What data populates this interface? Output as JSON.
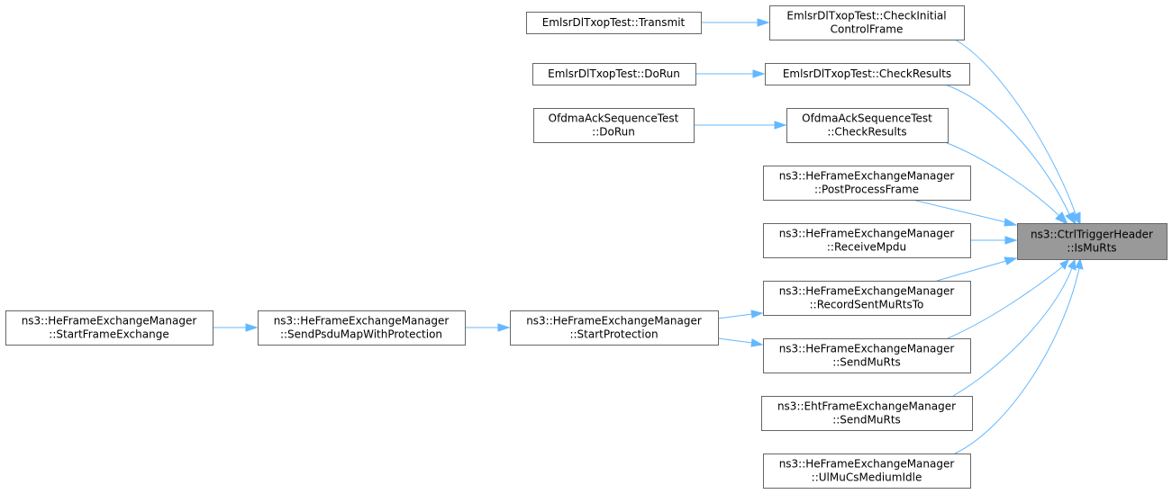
{
  "graph": {
    "focus": "n0",
    "colors": {
      "edge": "#63b8ff",
      "node_border": "#666666",
      "focus_fill": "#999999",
      "node_fill": "#ffffff"
    },
    "nodes": [
      {
        "id": "n0",
        "lines": [
          "ns3::CtrlTriggerHeader",
          "::IsMuRts"
        ]
      },
      {
        "id": "n1",
        "lines": [
          "EmlsrDlTxopTest::CheckInitial",
          "ControlFrame"
        ]
      },
      {
        "id": "n2",
        "lines": [
          "EmlsrDlTxopTest::Transmit"
        ]
      },
      {
        "id": "n3",
        "lines": [
          "EmlsrDlTxopTest::CheckResults"
        ]
      },
      {
        "id": "n4",
        "lines": [
          "EmlsrDlTxopTest::DoRun"
        ]
      },
      {
        "id": "n5",
        "lines": [
          "OfdmaAckSequenceTest",
          "::CheckResults"
        ]
      },
      {
        "id": "n6",
        "lines": [
          "OfdmaAckSequenceTest",
          "::DoRun"
        ]
      },
      {
        "id": "n7",
        "lines": [
          "ns3::HeFrameExchangeManager",
          "::PostProcessFrame"
        ]
      },
      {
        "id": "n8",
        "lines": [
          "ns3::HeFrameExchangeManager",
          "::ReceiveMpdu"
        ]
      },
      {
        "id": "n9",
        "lines": [
          "ns3::HeFrameExchangeManager",
          "::RecordSentMuRtsTo"
        ]
      },
      {
        "id": "n10",
        "lines": [
          "ns3::HeFrameExchangeManager",
          "::StartProtection"
        ]
      },
      {
        "id": "n11",
        "lines": [
          "ns3::HeFrameExchangeManager",
          "::SendPsduMapWithProtection"
        ]
      },
      {
        "id": "n12",
        "lines": [
          "ns3::HeFrameExchangeManager",
          "::StartFrameExchange"
        ]
      },
      {
        "id": "n13",
        "lines": [
          "ns3::HeFrameExchangeManager",
          "::SendMuRts"
        ]
      },
      {
        "id": "n14",
        "lines": [
          "ns3::EhtFrameExchangeManager",
          "::SendMuRts"
        ]
      },
      {
        "id": "n15",
        "lines": [
          "ns3::HeFrameExchangeManager",
          "::UlMuCsMediumIdle"
        ]
      }
    ],
    "edges": [
      {
        "from": "n1",
        "to": "n0"
      },
      {
        "from": "n2",
        "to": "n1"
      },
      {
        "from": "n3",
        "to": "n0"
      },
      {
        "from": "n4",
        "to": "n3"
      },
      {
        "from": "n5",
        "to": "n0"
      },
      {
        "from": "n6",
        "to": "n5"
      },
      {
        "from": "n7",
        "to": "n0"
      },
      {
        "from": "n8",
        "to": "n0"
      },
      {
        "from": "n9",
        "to": "n0"
      },
      {
        "from": "n10",
        "to": "n9"
      },
      {
        "from": "n11",
        "to": "n10"
      },
      {
        "from": "n12",
        "to": "n11"
      },
      {
        "from": "n13",
        "to": "n0"
      },
      {
        "from": "n10",
        "to": "n13"
      },
      {
        "from": "n14",
        "to": "n0"
      },
      {
        "from": "n15",
        "to": "n0"
      }
    ]
  }
}
